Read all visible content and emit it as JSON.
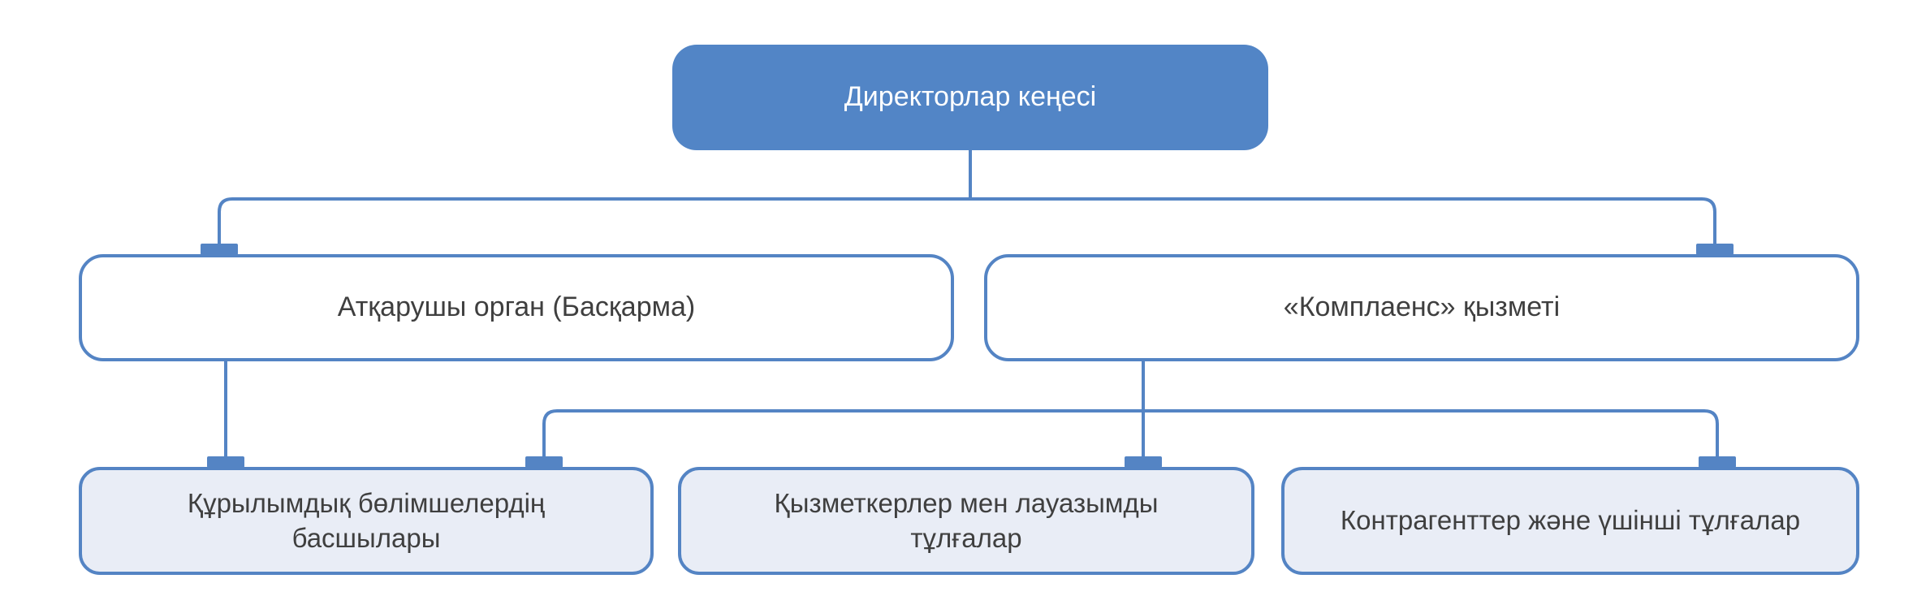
{
  "diagram": {
    "type": "org-chart",
    "root": {
      "label": "Директорлар кеңесі"
    },
    "branches": [
      {
        "label": "Атқарушы орган (Басқарма)",
        "parent": "root"
      },
      {
        "label": "«Комплаенс» қызметі",
        "parent": "root"
      }
    ],
    "leaves": [
      {
        "label": "Құрылымдық бөлімшелердің\nбасшылары",
        "parents": [
          "Атқарушы орган (Басқарма)",
          "«Комплаенс» қызметі"
        ]
      },
      {
        "label": "Қызметкерлер мен лауазымды\nтұлғалар",
        "parents": [
          "«Комплаенс» қызметі"
        ]
      },
      {
        "label": "Контрагенттер және үшінші тұлғалар",
        "parents": [
          "«Комплаенс» қызметі"
        ]
      }
    ]
  },
  "colors": {
    "node_fill": "#5285C6",
    "node_fill_light": "#E9EDF6",
    "line": "#5484C4",
    "text_dark": "#3F3F3F",
    "text_light": "#FFFFFF"
  }
}
